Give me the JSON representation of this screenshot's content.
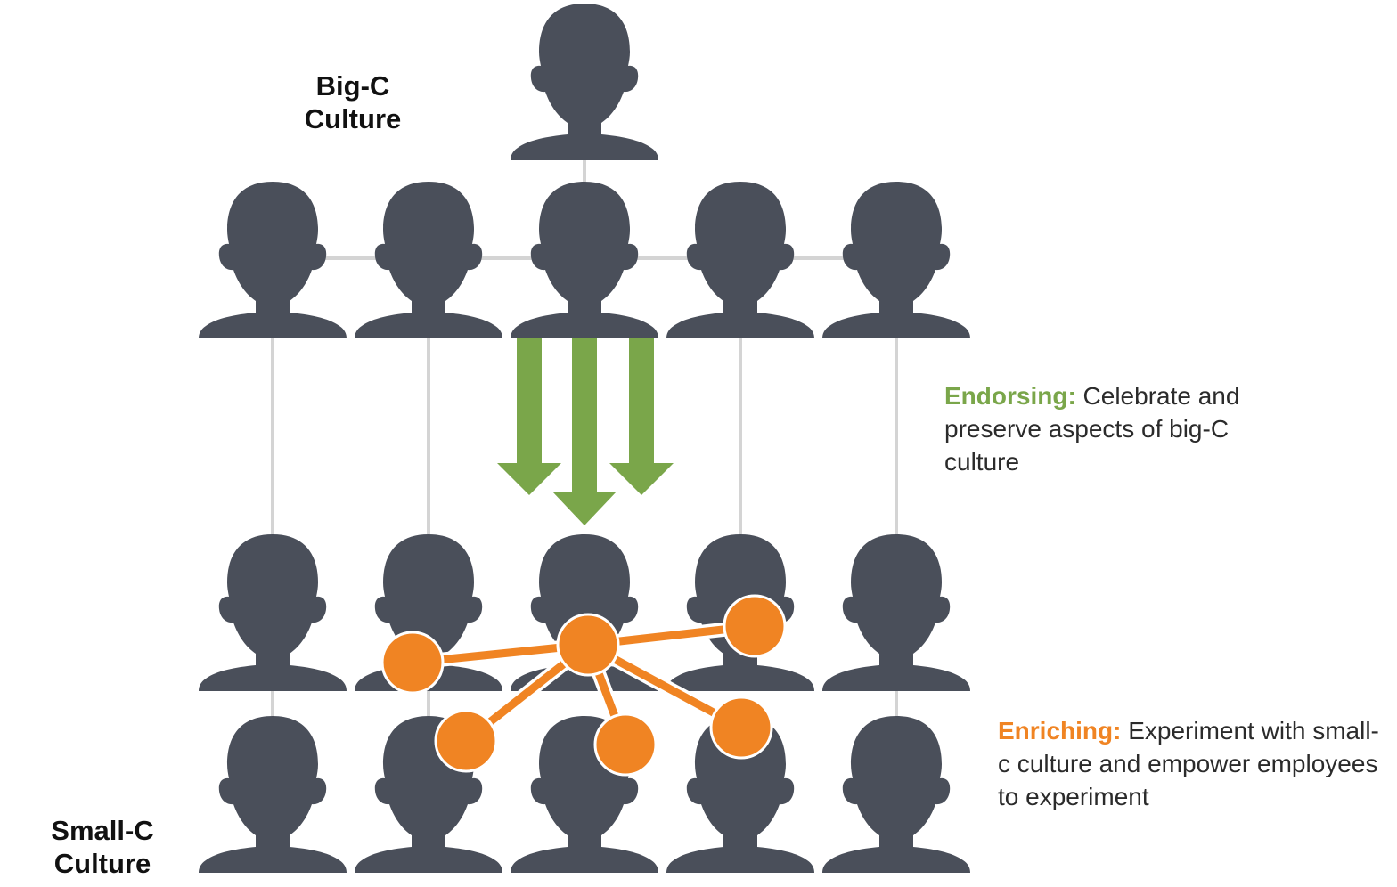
{
  "labels": {
    "big_c": [
      "Big-C",
      "Culture"
    ],
    "small_c": [
      "Small-C",
      "Culture"
    ]
  },
  "endorsing": {
    "keyword": "Endorsing:",
    "text": " Celebrate and preserve aspects of big-C culture",
    "color": "#7aa64a"
  },
  "enriching": {
    "keyword": "Enriching:",
    "text": " Experiment with small-c culture and empower employees to experiment",
    "color": "#f08423"
  },
  "colors": {
    "person": "#4a4f5a",
    "connector": "#d4d4d4",
    "endorse": "#7aa64a",
    "enrich": "#f08423"
  },
  "icons": {
    "person": "person-silhouette-icon",
    "arrow": "down-arrow-icon",
    "node": "network-node-icon"
  }
}
